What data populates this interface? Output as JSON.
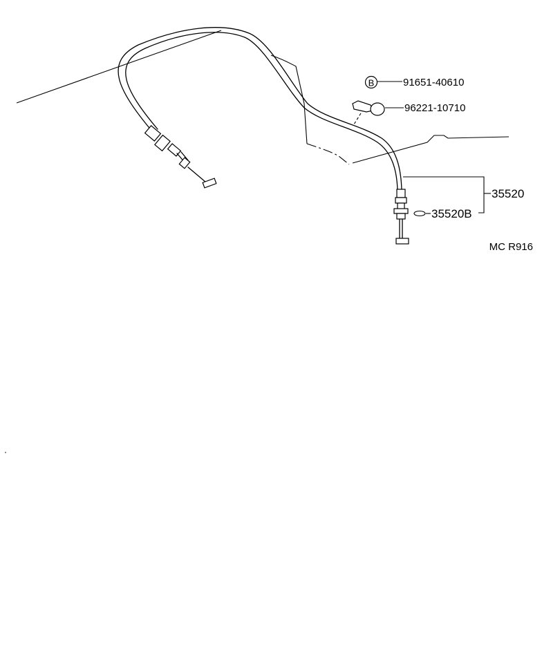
{
  "callouts": {
    "bolt_symbol": "B",
    "bolt_part": "91651-40610",
    "clip_part": "96221-10710",
    "cable_assembly": "35520",
    "cable_sub": "35520B"
  },
  "figure_code": "MC R916"
}
